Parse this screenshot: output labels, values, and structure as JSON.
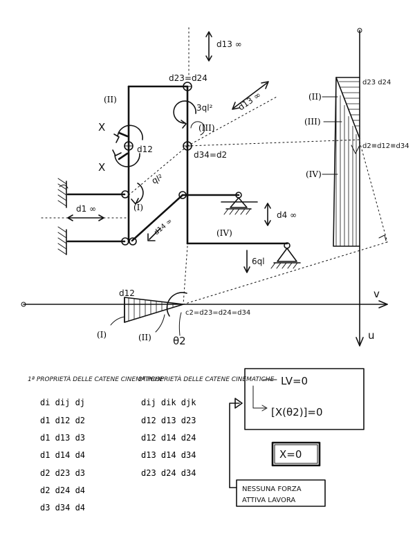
{
  "structure_labels": {
    "d23_d24": "d23=d24",
    "d13_inf": "d13 ∞",
    "d13_rot": "d13 ∞",
    "q_moment": "3ql²",
    "d12": "d12",
    "d34_d2": "d34=d2",
    "ql2": "ql²",
    "d1_inf": "d1 ∞",
    "d14": "d14 ∞",
    "d4_inf": "d4 ∞",
    "force_6ql": "6ql",
    "X_upper": "X",
    "X_lower": "X",
    "body_I": "(I)",
    "body_II": "(II)",
    "body_III": "(III)",
    "body_IV": "(IV)"
  },
  "axis_diagram": {
    "d12": "d12",
    "c2_label": "c2=d23=d24=d34",
    "theta2": "θ2",
    "I": "(I)",
    "II": "(II)",
    "v_label": "v",
    "u_label": "u"
  },
  "right_diagram": {
    "II": "(II)",
    "III": "(III)",
    "IV": "(IV)",
    "top_label": "d23 d24",
    "mid_label": "d2≡d12≡d34"
  },
  "rules": {
    "first_title": "1ª PROPRIETÀ DELLE CATENE CINEMATICHE",
    "first_header": "di dij dj",
    "first_rows": [
      "d1 d12 d2",
      "d1 d13 d3",
      "d1 d14 d4",
      "d2 d23 d3",
      "d2 d24 d4",
      "d3 d34 d4"
    ],
    "second_title": "2ª PROPRIETÀ DELLE CATENE CINEMATICHE",
    "second_header": "dij dik djk",
    "second_rows": [
      "d12 d13 d23",
      "d12 d14 d24",
      "d13 d14 d34",
      "d23 d24 d34"
    ]
  },
  "work": {
    "lv": "LV=0",
    "equation": "[X(θ2)]=0",
    "result": "X=0",
    "note_line1": "NESSUNA FORZA",
    "note_line2": "ATTIVA LAVORA"
  }
}
